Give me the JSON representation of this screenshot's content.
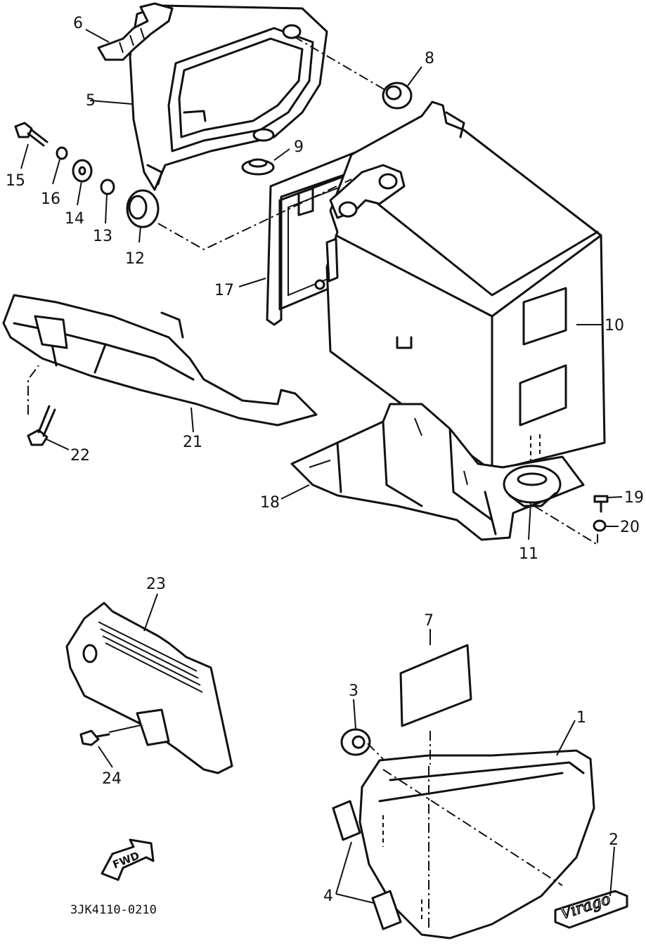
{
  "diagram": {
    "drawing_code": "3JK4110-0210",
    "fwd_label": "FWD",
    "emblem_text": "Virago",
    "callouts": {
      "p1": "1",
      "p2": "2",
      "p3": "3",
      "p4": "4",
      "p5": "5",
      "p6": "6",
      "p7": "7",
      "p8": "8",
      "p9": "9",
      "p10": "10",
      "p11": "11",
      "p12": "12",
      "p13": "13",
      "p14": "14",
      "p15": "15",
      "p16": "16",
      "p17": "17",
      "p18": "18",
      "p19": "19",
      "p20": "20",
      "p21": "21",
      "p22": "22",
      "p23": "23",
      "p24": "24"
    }
  }
}
